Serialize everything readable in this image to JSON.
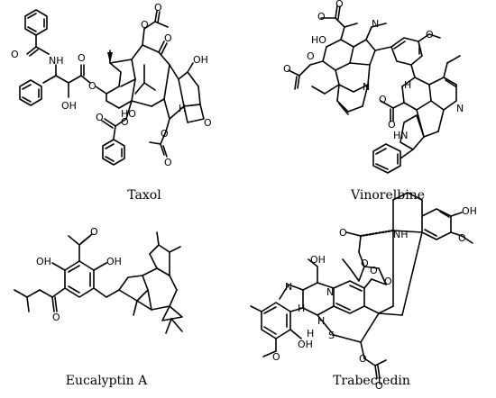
{
  "captions": {
    "taxol": "Taxol",
    "vinorelbine": "Vinorelbine",
    "eucalyptin": "Eucalyptin A",
    "trabectedin": "Trabectedin"
  },
  "atoms": {
    "taxol": {
      "o_benzoyl": "O",
      "nh": "NH",
      "o_ester": "O",
      "o_link": "O",
      "oh": "OH",
      "o_ac_top": "O",
      "o_ac_top2": "O",
      "o_ketone": "O",
      "oh_right": "OH",
      "ho": "HO",
      "o_bz2": "O",
      "o_bz2b": "O",
      "o_ac2": "O",
      "o_ac2b": "O",
      "o_oxetane": "O",
      "h": "H"
    },
    "vinorelbine": {
      "o1": "O",
      "o2": "O",
      "ho": "HO",
      "n_me": "N",
      "o_ac1": "O",
      "o_ac2": "O",
      "o_me": "O",
      "n_ring": "N",
      "o3": "O",
      "o4": "O",
      "n_right": "N",
      "hn": "HN",
      "h": "H"
    },
    "eucalyptin": {
      "o_top": "O",
      "oh1": "OH",
      "oh2": "OH",
      "o_ketone": "O"
    },
    "trabectedin": {
      "oh_top": "OH",
      "nh": "NH",
      "o_me": "O",
      "o_ester": "O",
      "o_ester2": "O",
      "oh": "OH",
      "n1": "N",
      "n2": "N",
      "o_a": "O",
      "o_b": "O",
      "h1": "H",
      "h2": "H",
      "h3": "H",
      "s": "S",
      "o_c": "O",
      "o_d": "O",
      "o_e": "O",
      "oh_bottom": "OH"
    }
  }
}
